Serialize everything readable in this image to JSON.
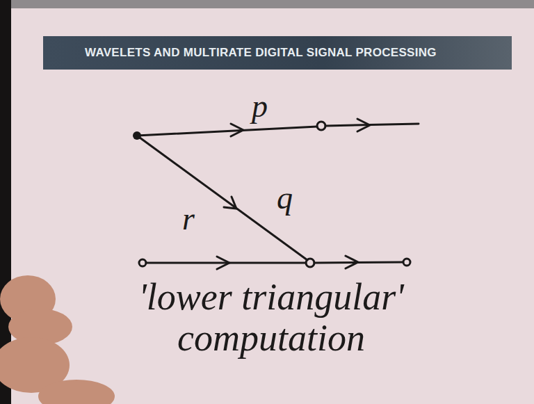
{
  "diagram": {
    "title": "WAVELETS AND MULTIRATE DIGITAL SIGNAL PROCESSING",
    "caption": "'lower triangular' computation",
    "labels": [
      "p",
      "q",
      "r"
    ]
  }
}
